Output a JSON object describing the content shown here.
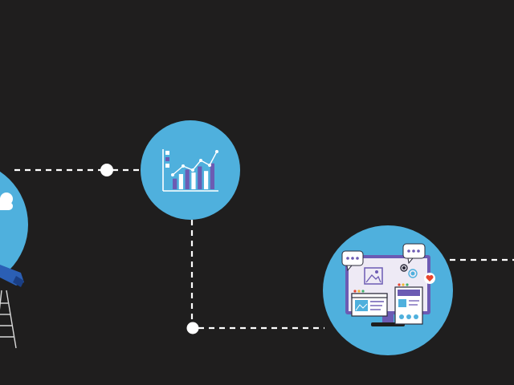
{
  "scene": {
    "background": "#1f1e1e",
    "accent_circle": "#4fb0dd",
    "connector_color": "#ffffff",
    "bar_purple": "#6c5bb3",
    "bar_white": "#ffffff",
    "screen_face": "#eeeaf5",
    "heart_color": "#e8452f"
  },
  "nodes": [
    {
      "name": "partial-figure-node",
      "icon": "person-on-ladder-icon"
    },
    {
      "name": "analytics-chart-node",
      "icon": "bar-line-chart-icon"
    },
    {
      "name": "web-design-node",
      "icon": "monitor-web-design-icon"
    }
  ],
  "chart_icon": {
    "bars": [
      {
        "height": 0.35,
        "color": "purple"
      },
      {
        "height": 0.5,
        "color": "white"
      },
      {
        "height": 0.65,
        "color": "purple"
      },
      {
        "height": 0.55,
        "color": "white"
      },
      {
        "height": 0.75,
        "color": "purple"
      },
      {
        "height": 0.6,
        "color": "white"
      },
      {
        "height": 0.85,
        "color": "purple"
      }
    ]
  }
}
